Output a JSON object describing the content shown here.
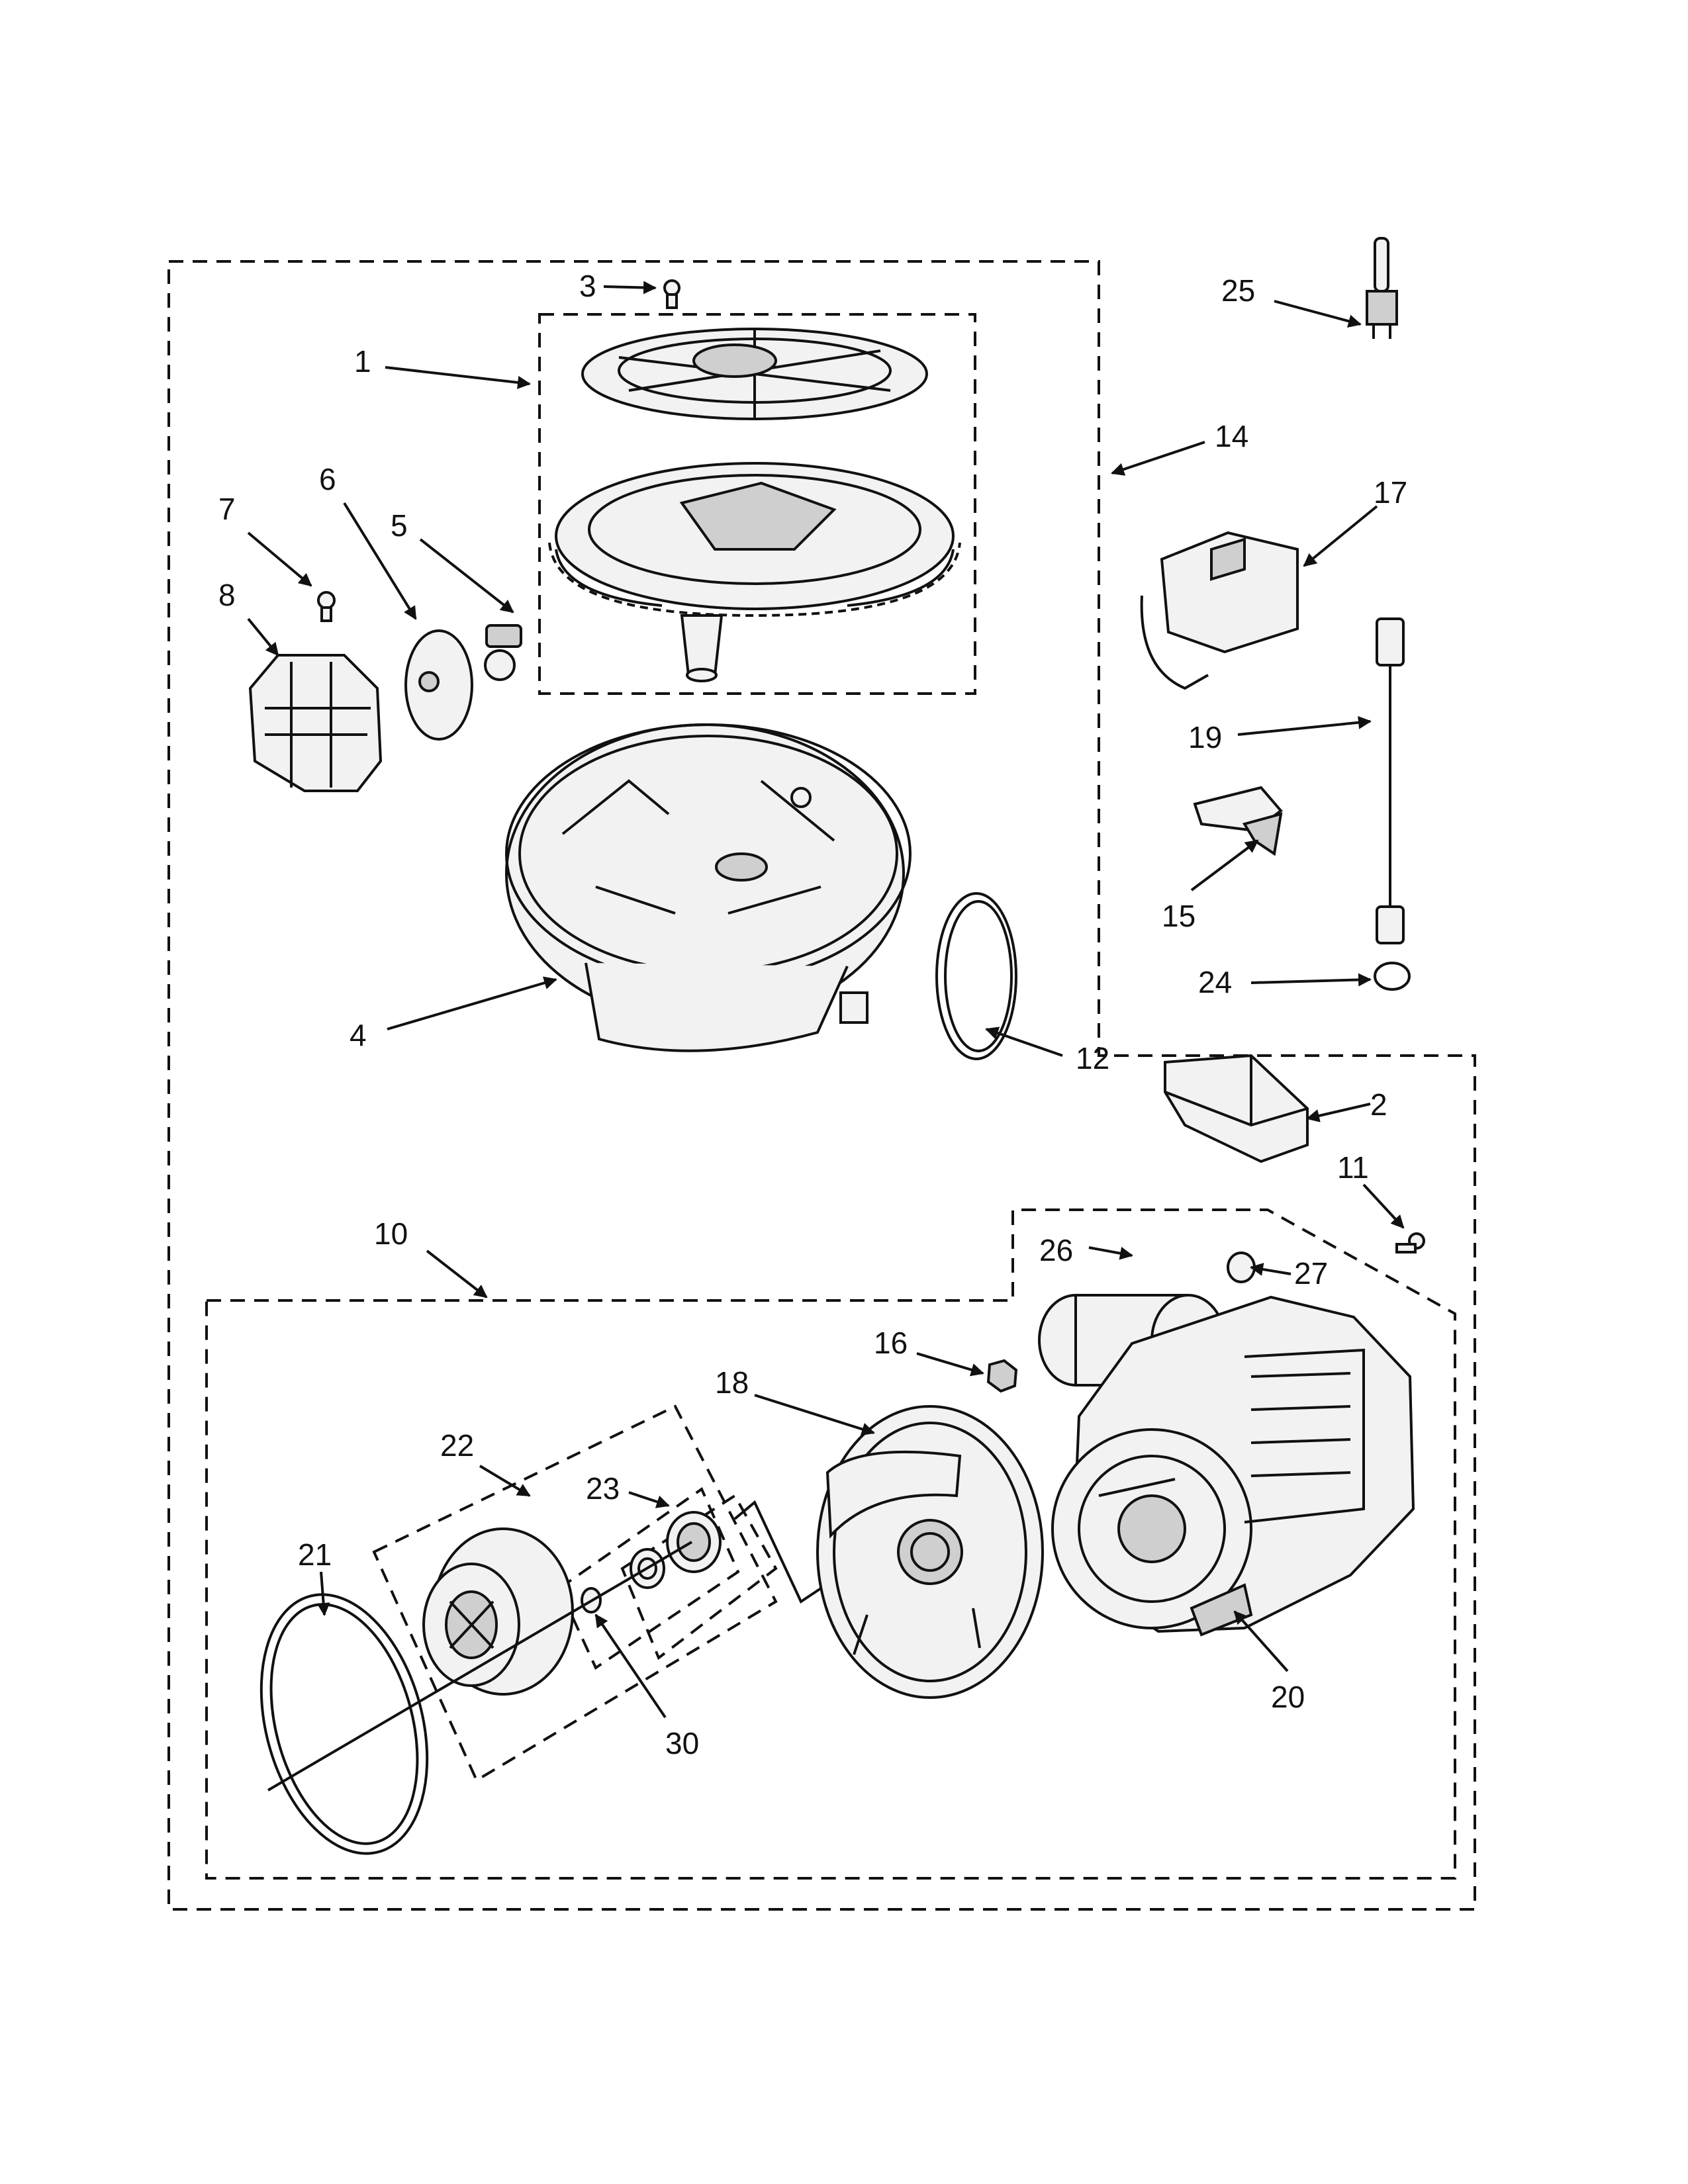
{
  "callouts": [
    "1",
    "2",
    "3",
    "4",
    "5",
    "6",
    "7",
    "8",
    "10",
    "11",
    "12",
    "14",
    "15",
    "16",
    "17",
    "18",
    "19",
    "20",
    "21",
    "22",
    "23",
    "24",
    "25",
    "26",
    "27",
    "30"
  ]
}
